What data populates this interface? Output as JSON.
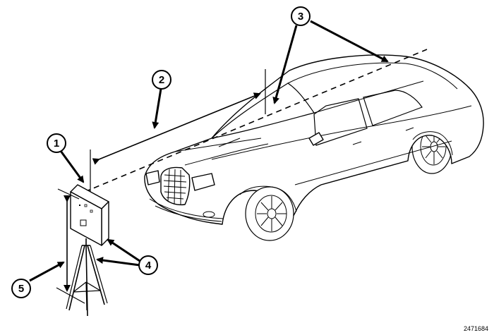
{
  "figure_id": "2471684",
  "callouts": [
    {
      "num": "1"
    },
    {
      "num": "2"
    },
    {
      "num": "3"
    },
    {
      "num": "4"
    },
    {
      "num": "5"
    }
  ],
  "colors": {
    "line": "#000000",
    "background": "#ffffff"
  }
}
